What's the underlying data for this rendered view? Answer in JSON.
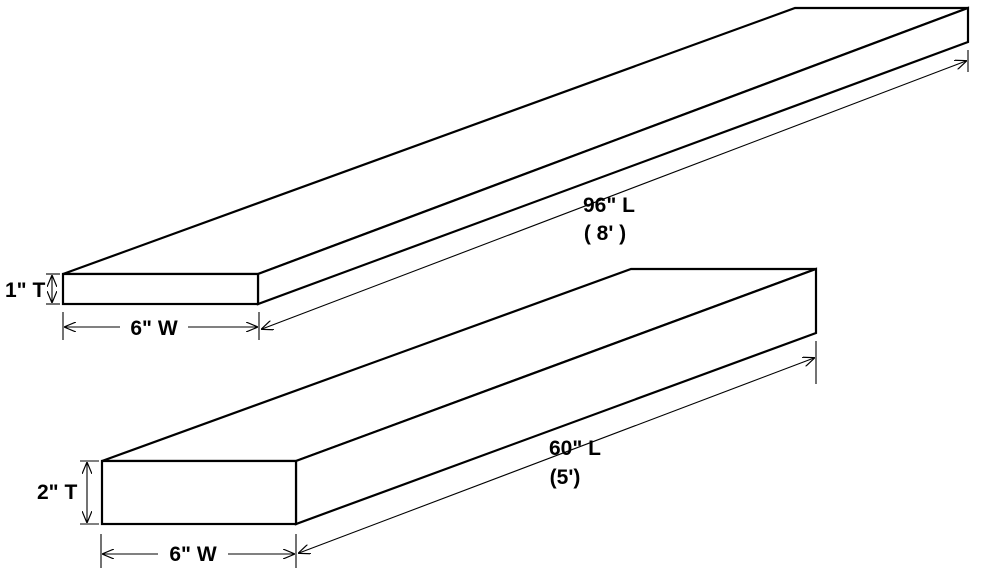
{
  "boards": [
    {
      "id": "top",
      "thickness_label": "1\" T",
      "width_label": "6\" W",
      "length_label": "96\" L",
      "length_feet_label": "( 8' )"
    },
    {
      "id": "bottom",
      "thickness_label": "2\" T",
      "width_label": "6\" W",
      "length_label": "60\" L",
      "length_feet_label": "(5')"
    }
  ]
}
